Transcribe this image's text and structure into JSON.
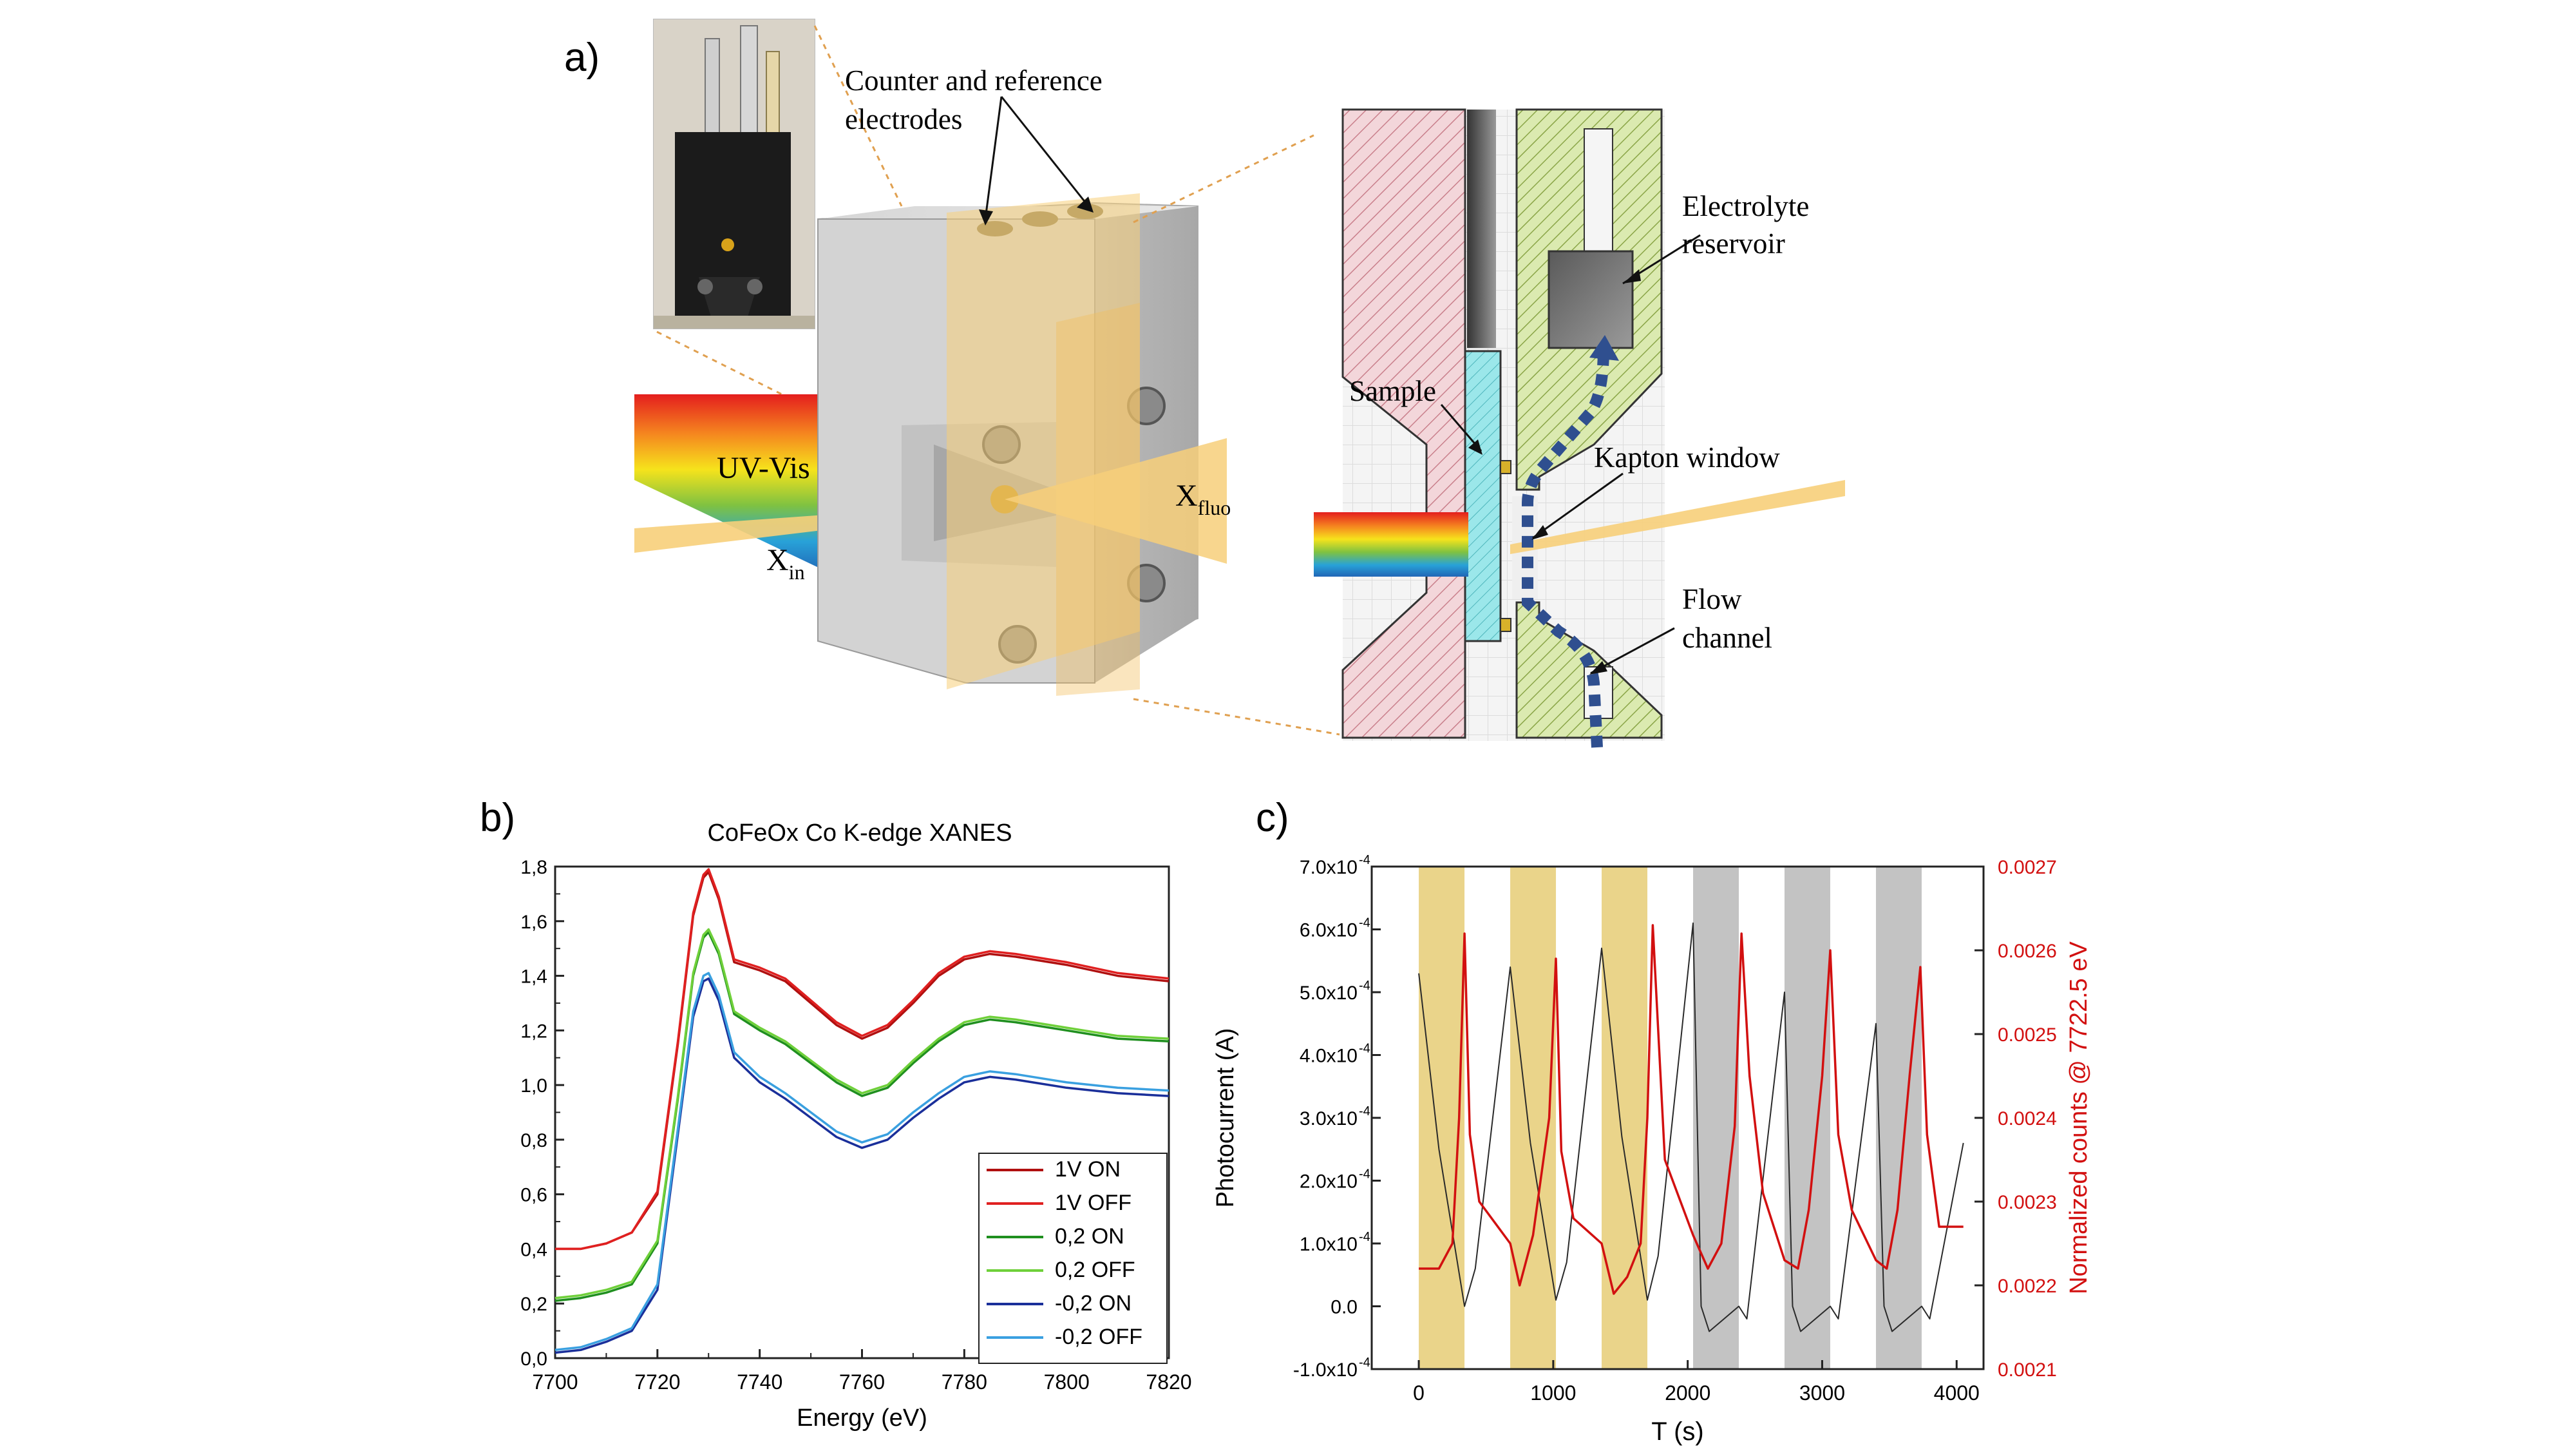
{
  "figure": {
    "panel_a": {
      "label": "a)",
      "annotations": {
        "counter_ref_line1": "Counter and reference",
        "counter_ref_line2": "electrodes",
        "uv_vis": "UV-Vis",
        "x_in_main": "X",
        "x_in_sub": "in",
        "x_fluo_main": "X",
        "x_fluo_sub": "fluo",
        "electrolyte_line1": "Electrolyte",
        "electrolyte_line2": "reservoir",
        "sample": "Sample",
        "kapton": "Kapton window",
        "flow_line1": "Flow",
        "flow_line2": "channel"
      }
    },
    "panel_b": {
      "label": "b)"
    },
    "panel_c": {
      "label": "c)"
    }
  },
  "colors": {
    "pink_hatch": "#e9b9bf",
    "green_hatch": "#cfe49a",
    "cyan_sample": "#8fe3e6",
    "beam_yellow": "#f7cf7a",
    "flow_arrow": "#2f4f8f",
    "red_axis": "#d21010",
    "on_band": "#ead48a",
    "off_band": "#c3c3c3"
  },
  "chart_data": [
    {
      "type": "line",
      "title": "CoFeOx Co K-edge XANES",
      "xlabel": "Energy (eV)",
      "ylabel": "",
      "xlim": [
        7700,
        7820
      ],
      "ylim": [
        0,
        1.8
      ],
      "xticks": [
        "7700",
        "7720",
        "7740",
        "7760",
        "7780",
        "7800",
        "7820"
      ],
      "yticks": [
        "0,0",
        "0,2",
        "0,4",
        "0,6",
        "0,8",
        "1,0",
        "1,2",
        "1,4",
        "1,6",
        "1,8"
      ],
      "grid": false,
      "legend": "bottom-right",
      "x": [
        7700,
        7705,
        7710,
        7715,
        7720,
        7724,
        7727,
        7729,
        7730,
        7732,
        7735,
        7740,
        7745,
        7750,
        7755,
        7760,
        7765,
        7770,
        7775,
        7780,
        7785,
        7790,
        7800,
        7810,
        7820
      ],
      "series": [
        {
          "name": "1V ON",
          "color": "#b01010",
          "values": [
            0.4,
            0.4,
            0.42,
            0.46,
            0.6,
            1.15,
            1.62,
            1.76,
            1.78,
            1.68,
            1.45,
            1.42,
            1.38,
            1.3,
            1.22,
            1.17,
            1.21,
            1.3,
            1.4,
            1.46,
            1.48,
            1.47,
            1.44,
            1.4,
            1.38
          ]
        },
        {
          "name": "1V OFF",
          "color": "#e02020",
          "values": [
            0.4,
            0.4,
            0.42,
            0.46,
            0.61,
            1.16,
            1.63,
            1.77,
            1.79,
            1.69,
            1.46,
            1.43,
            1.39,
            1.31,
            1.23,
            1.18,
            1.22,
            1.31,
            1.41,
            1.47,
            1.49,
            1.48,
            1.45,
            1.41,
            1.39
          ]
        },
        {
          "name": "0,2 ON",
          "color": "#1f8f1f",
          "values": [
            0.21,
            0.22,
            0.24,
            0.27,
            0.42,
            0.95,
            1.4,
            1.54,
            1.56,
            1.48,
            1.26,
            1.2,
            1.15,
            1.08,
            1.01,
            0.96,
            0.99,
            1.08,
            1.16,
            1.22,
            1.24,
            1.23,
            1.2,
            1.17,
            1.16
          ]
        },
        {
          "name": "0,2 OFF",
          "color": "#6fd03a",
          "values": [
            0.22,
            0.23,
            0.25,
            0.28,
            0.43,
            0.96,
            1.41,
            1.55,
            1.57,
            1.49,
            1.27,
            1.21,
            1.16,
            1.09,
            1.02,
            0.97,
            1.0,
            1.09,
            1.17,
            1.23,
            1.25,
            1.24,
            1.21,
            1.18,
            1.17
          ]
        },
        {
          "name": "-0,2 ON",
          "color": "#1a2f9a",
          "values": [
            0.02,
            0.03,
            0.06,
            0.1,
            0.25,
            0.82,
            1.25,
            1.38,
            1.39,
            1.31,
            1.1,
            1.01,
            0.95,
            0.88,
            0.81,
            0.77,
            0.8,
            0.88,
            0.95,
            1.01,
            1.03,
            1.02,
            0.99,
            0.97,
            0.96
          ]
        },
        {
          "name": "-0,2 OFF",
          "color": "#3aa0e0",
          "values": [
            0.03,
            0.04,
            0.07,
            0.11,
            0.27,
            0.84,
            1.27,
            1.4,
            1.41,
            1.33,
            1.12,
            1.03,
            0.97,
            0.9,
            0.83,
            0.79,
            0.82,
            0.9,
            0.97,
            1.03,
            1.05,
            1.04,
            1.01,
            0.99,
            0.98
          ]
        }
      ]
    },
    {
      "type": "line",
      "title": "",
      "xlabel": "T (s)",
      "ylabel": "Photocurrent (A)",
      "y2label": "Normalized counts @ 7722.5 eV",
      "xlim": [
        -350,
        4200
      ],
      "ylim": [
        -0.0001,
        0.0007
      ],
      "y2lim": [
        0.0021,
        0.0027
      ],
      "xticks": [
        "0",
        "1000",
        "2000",
        "3000",
        "4000"
      ],
      "yticks_main": [
        "-1.0x10",
        "0.0",
        "1.0x10",
        "2.0x10",
        "3.0x10",
        "4.0x10",
        "5.0x10",
        "6.0x10",
        "7.0x10"
      ],
      "yticks_exp": "-4",
      "y2ticks": [
        "0.0021",
        "0.0022",
        "0.0023",
        "0.0024",
        "0.0025",
        "0.0026",
        "0.0027"
      ],
      "legend": "none",
      "bands": [
        {
          "kind": "on",
          "start": 0,
          "end": 340
        },
        {
          "kind": "on",
          "start": 680,
          "end": 1020
        },
        {
          "kind": "on",
          "start": 1360,
          "end": 1700
        },
        {
          "kind": "off",
          "start": 2040,
          "end": 2380
        },
        {
          "kind": "off",
          "start": 2720,
          "end": 3060
        },
        {
          "kind": "off",
          "start": 3400,
          "end": 3740
        }
      ],
      "series": [
        {
          "axis": "left",
          "color": "#2a2a2a",
          "x": [
            0,
            150,
            340,
            420,
            680,
            830,
            1020,
            1100,
            1360,
            1510,
            1700,
            1780,
            2040,
            2100,
            2160,
            2380,
            2440,
            2720,
            2780,
            2840,
            3060,
            3120,
            3400,
            3460,
            3520,
            3740,
            3800,
            4050
          ],
          "values": [
            0.00053,
            0.00025,
            0.0,
            6e-05,
            0.00054,
            0.00026,
            1e-05,
            7e-05,
            0.00057,
            0.00027,
            1e-05,
            8e-05,
            0.00061,
            0.0,
            -4e-05,
            0.0,
            -2e-05,
            0.0005,
            0.0,
            -4e-05,
            0.0,
            -2e-05,
            0.00045,
            0.0,
            -4e-05,
            0.0,
            -2e-05,
            0.00026
          ]
        },
        {
          "axis": "right",
          "color": "#d21010",
          "x": [
            0,
            150,
            250,
            300,
            340,
            380,
            450,
            680,
            750,
            850,
            970,
            1020,
            1060,
            1150,
            1360,
            1450,
            1550,
            1650,
            1700,
            1740,
            1830,
            2040,
            2150,
            2250,
            2350,
            2400,
            2460,
            2560,
            2720,
            2820,
            2900,
            3000,
            3060,
            3120,
            3220,
            3400,
            3480,
            3560,
            3650,
            3730,
            3780,
            3870,
            4050
          ],
          "values": [
            0.00222,
            0.00222,
            0.00225,
            0.0024,
            0.00262,
            0.00238,
            0.0023,
            0.00225,
            0.0022,
            0.00226,
            0.0024,
            0.00259,
            0.00236,
            0.00228,
            0.00225,
            0.00219,
            0.00221,
            0.00225,
            0.0024,
            0.00263,
            0.00235,
            0.00226,
            0.00222,
            0.00225,
            0.00239,
            0.00262,
            0.00245,
            0.00231,
            0.00223,
            0.00222,
            0.00229,
            0.00245,
            0.0026,
            0.00238,
            0.00229,
            0.00223,
            0.00222,
            0.00229,
            0.00245,
            0.00258,
            0.00238,
            0.00227,
            0.00227
          ]
        }
      ]
    }
  ]
}
